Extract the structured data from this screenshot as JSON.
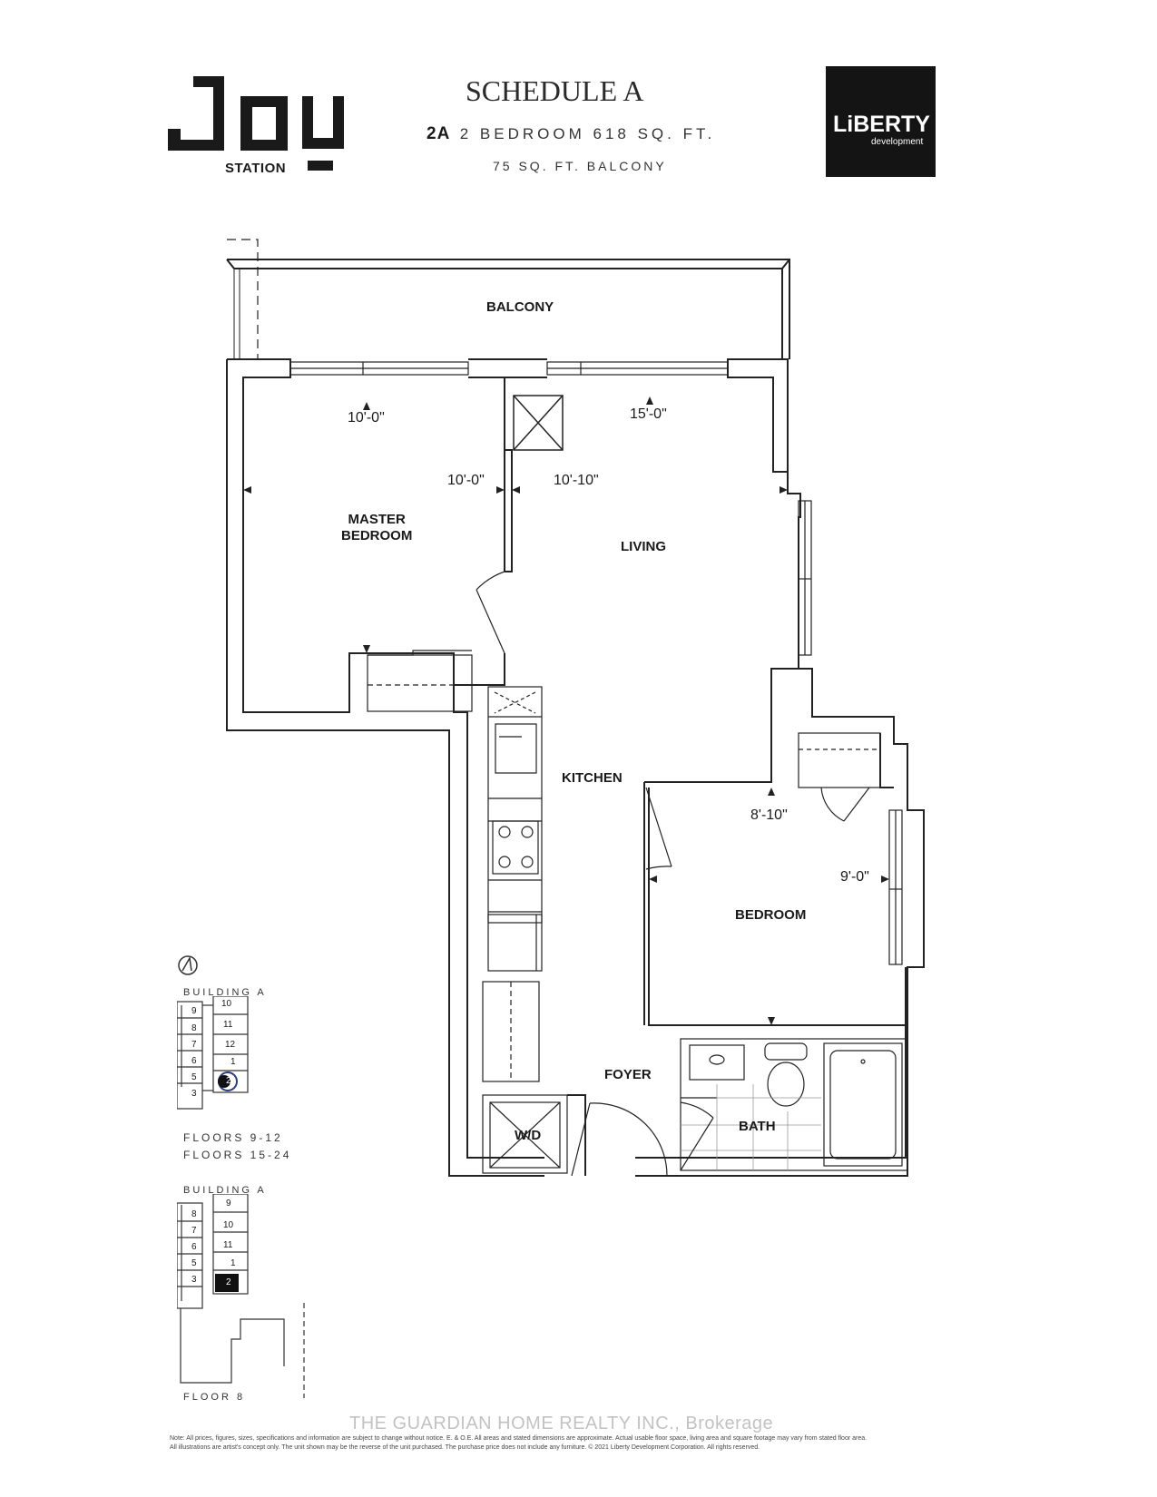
{
  "brand": {
    "project": "JOY",
    "project_sub": "STATION",
    "developer": "LiBERTY",
    "developer_sub": "development"
  },
  "header": {
    "schedule": "SCHEDULE A",
    "unit_code": "2A",
    "unit_desc": "2 BEDROOM 618 SQ. FT.",
    "balcony": "75 SQ. FT. BALCONY"
  },
  "rooms": {
    "balcony": "BALCONY",
    "master_bedroom_1": "MASTER",
    "master_bedroom_2": "BEDROOM",
    "living": "LIVING",
    "kitchen": "KITCHEN",
    "bedroom": "BEDROOM",
    "foyer": "FOYER",
    "bath": "BATH",
    "wd": "W/D"
  },
  "dimensions": {
    "master_width": "10'-0\"",
    "master_depth": "10'-0\"",
    "living_width": "15'-0\"",
    "living_depth": "10'-10\"",
    "bedroom_width": "8'-10\"",
    "bedroom_depth": "9'-0\""
  },
  "keyplan": {
    "upper_building": "BUILDING A",
    "upper_floors_1": "FLOORS 9-12",
    "upper_floors_2": "FLOORS 15-24",
    "lower_building": "BUILDING A",
    "lower_floor": "FLOOR 8",
    "upper_units": [
      "9",
      "8",
      "7",
      "6",
      "5",
      "3",
      "10",
      "11",
      "12",
      "1",
      "2"
    ],
    "lower_units": [
      "8",
      "7",
      "6",
      "5",
      "3",
      "9",
      "10",
      "11",
      "1",
      "2"
    ]
  },
  "watermark": "THE GUARDIAN HOME REALTY INC., Brokerage",
  "disclaimer": {
    "line1": "Note: All prices, figures, sizes, specifications and information are subject to change without notice. E. & O.E. All areas and stated dimensions are approximate. Actual usable floor space, living area and square footage may vary from stated floor area.",
    "line2": "All illustrations are artist's concept only. The unit shown may be the reverse of the unit purchased. The purchase price does not include any furniture. © 2021 Liberty Development Corporation. All rights reserved."
  }
}
